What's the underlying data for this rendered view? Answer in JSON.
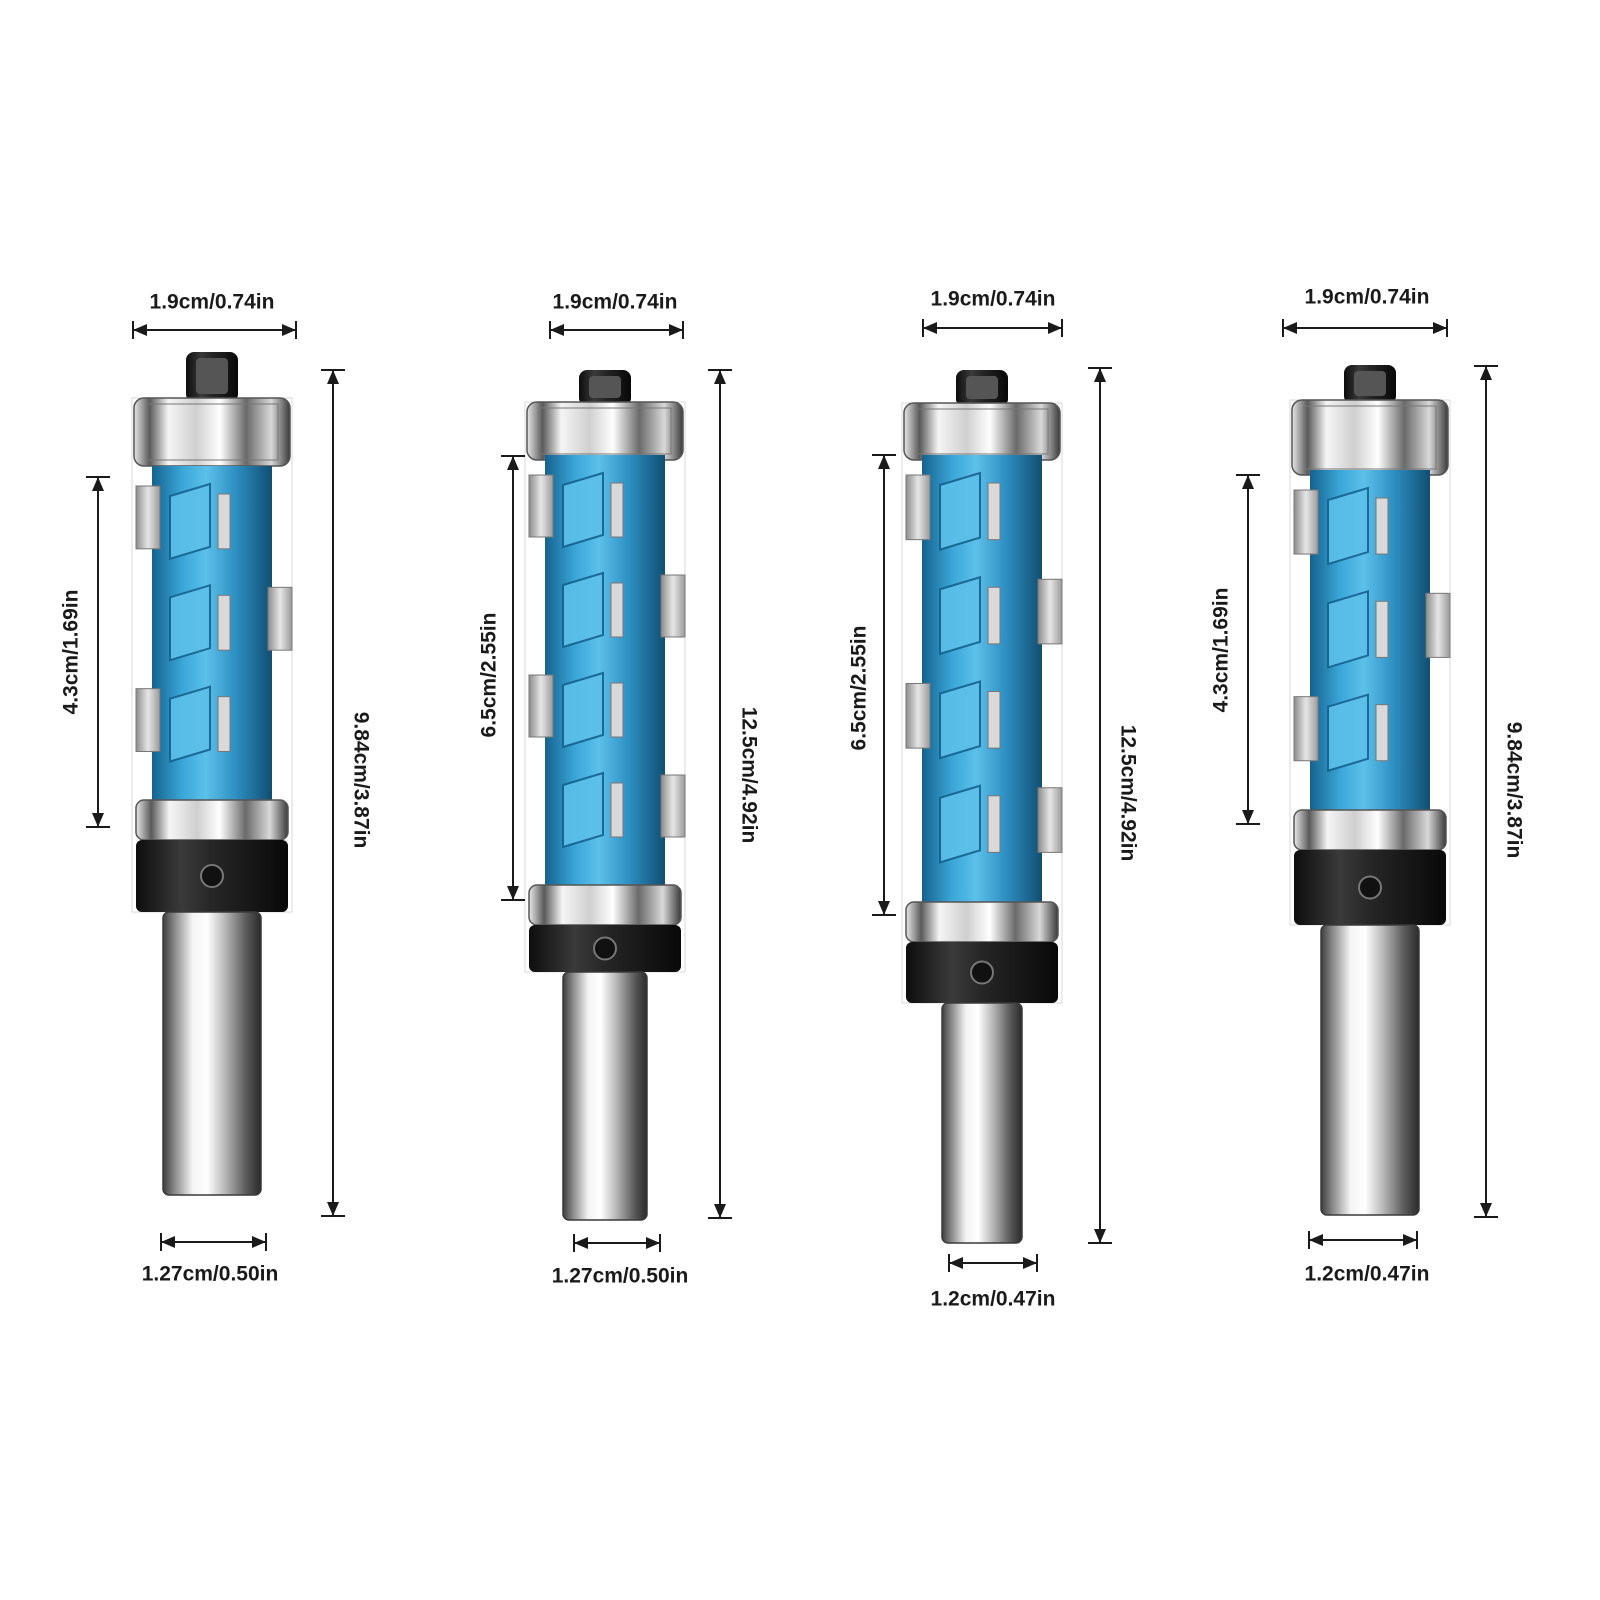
{
  "colors": {
    "cutter_blue": "#2d8fc2",
    "cutter_light": "#5cc0ea",
    "cutter_dark": "#15628e",
    "steel_light": "#f2f2f2",
    "steel_dark": "#4a4a4a",
    "collar_black": "#1d1d1d",
    "dimension_line": "#1a1a1a"
  },
  "icons": [
    "hex-socket-screw-icon",
    "bearing-icon",
    "set-screw-icon"
  ],
  "bits": [
    {
      "top_width": "1.9cm/0.74in",
      "cutting_length": "4.3cm/1.69in",
      "total_length": "9.84cm/3.87in",
      "shank_width": "1.27cm/0.50in"
    },
    {
      "top_width": "1.9cm/0.74in",
      "cutting_length": "6.5cm/2.55in",
      "total_length": "12.5cm/4.92in",
      "shank_width": "1.27cm/0.50in"
    },
    {
      "top_width": "1.9cm/0.74in",
      "cutting_length": "6.5cm/2.55in",
      "total_length": "12.5cm/4.92in",
      "shank_width": "1.2cm/0.47in"
    },
    {
      "top_width": "1.9cm/0.74in",
      "cutting_length": "4.3cm/1.69in",
      "total_length": "9.84cm/3.87in",
      "shank_width": "1.2cm/0.47in"
    }
  ]
}
